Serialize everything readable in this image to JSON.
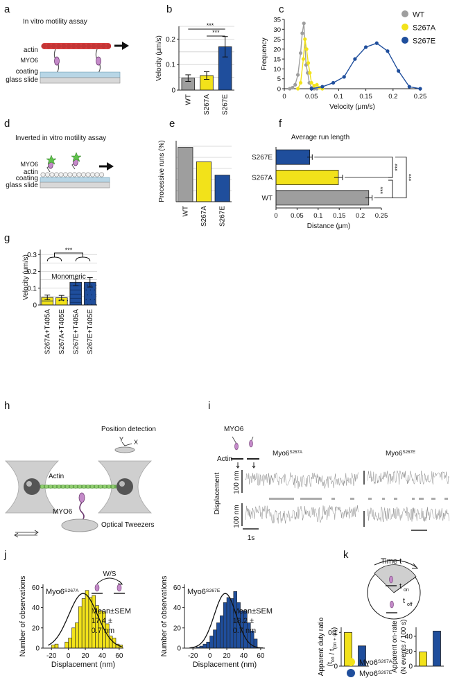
{
  "colors": {
    "wt": "#9e9e9e",
    "s267a": "#f2e21a",
    "s267e": "#1f4e9c",
    "actin": "#d94040",
    "glass": "#b8d6e6",
    "gray": "#cfcfcf"
  },
  "panel_letters": [
    "a",
    "b",
    "c",
    "d",
    "e",
    "f",
    "g",
    "h",
    "i",
    "j",
    "k"
  ],
  "a": {
    "title": "In vitro motility assay",
    "labels": [
      "actin",
      "MYO6",
      "coating",
      "glass slide"
    ]
  },
  "d": {
    "title": "Inverted in vitro motility assay",
    "labels": [
      "MYO6",
      "actin",
      "coating",
      "glass slide"
    ]
  },
  "h": {
    "labels": [
      "Position detection",
      "Y",
      "X",
      "Actin",
      "MYO6",
      "Optical Tweezers"
    ]
  },
  "i": {
    "labels": [
      "MYO6",
      "Actin"
    ],
    "myo_a": "Myo6",
    "myo_a_sup": "S267A",
    "myo_e": "Myo6",
    "myo_e_sup": "S267E",
    "ylabel": "Displacement",
    "scale_top": "100 nm",
    "scale_bottom": "100 nm",
    "time_scale": "1s"
  },
  "k": {
    "time_label": "Time t",
    "t_on": "t",
    "t_on_sub": "on",
    "t_off": "t",
    "t_off_sub": "off",
    "legend": [
      {
        "name": "Myo6",
        "sup": "S267A"
      },
      {
        "name": "Myo6",
        "sup": "S267E"
      }
    ]
  },
  "chart_data": [
    {
      "id": "b",
      "type": "bar",
      "categories": [
        "WT",
        "S267A",
        "S267E"
      ],
      "values": [
        0.047,
        0.057,
        0.17
      ],
      "errors": [
        0.013,
        0.015,
        0.04
      ],
      "ylabel": "Velocity (μm/s)",
      "yticks": [
        0,
        0.1,
        0.2
      ],
      "ylim": [
        0,
        0.25
      ],
      "significance": [
        "***",
        "***"
      ]
    },
    {
      "id": "c",
      "type": "line",
      "xlabel": "Velocity (μm/s)",
      "ylabel": "Frequency",
      "xticks": [
        0,
        0.05,
        0.1,
        0.15,
        0.2,
        0.25
      ],
      "yticks": [
        0,
        5,
        10,
        15,
        20,
        25,
        30,
        35
      ],
      "xlim": [
        0,
        0.25
      ],
      "ylim": [
        0,
        35
      ],
      "series": [
        {
          "name": "WT",
          "x": [
            0.01,
            0.015,
            0.02,
            0.025,
            0.03,
            0.033,
            0.036,
            0.04,
            0.043,
            0.046,
            0.05,
            0.055,
            0.06
          ],
          "y": [
            0,
            0.5,
            2,
            7,
            18,
            28,
            33,
            12,
            8,
            3,
            0.5,
            0,
            0
          ]
        },
        {
          "name": "S267A",
          "x": [
            0.025,
            0.03,
            0.035,
            0.038,
            0.041,
            0.044,
            0.047,
            0.05,
            0.055,
            0.06,
            0.065,
            0.07
          ],
          "y": [
            0,
            3,
            15,
            25,
            20,
            13,
            8,
            3,
            1.5,
            2,
            0.5,
            0
          ]
        },
        {
          "name": "S267E",
          "x": [
            0.05,
            0.07,
            0.09,
            0.11,
            0.13,
            0.15,
            0.17,
            0.19,
            0.21,
            0.23,
            0.25
          ],
          "y": [
            0,
            1,
            3,
            6,
            15,
            21,
            23,
            19,
            9,
            1,
            0
          ]
        }
      ]
    },
    {
      "id": "e",
      "type": "bar",
      "categories": [
        "WT",
        "S267A",
        "S267E"
      ],
      "values": [
        49,
        36,
        24
      ],
      "ylabel": "Processive runs (%)",
      "ylim": [
        0,
        55
      ]
    },
    {
      "id": "f",
      "type": "bar",
      "title": "Average run length",
      "categories": [
        "S267E",
        "S267A",
        "WT"
      ],
      "values": [
        0.08,
        0.148,
        0.22
      ],
      "errors": [
        0.006,
        0.01,
        0.008
      ],
      "xlabel": "Distance (μm)",
      "xticks": [
        0,
        0.05,
        0.1,
        0.15,
        0.2,
        0.25
      ],
      "xlim": [
        0,
        0.25
      ],
      "significance": [
        "***",
        "***",
        "***"
      ]
    },
    {
      "id": "g",
      "type": "bar",
      "categories": [
        "S267A+T405A",
        "S267A+T405E",
        "S267E+T405A",
        "S267E+T405E"
      ],
      "values": [
        0.045,
        0.043,
        0.135,
        0.135
      ],
      "errors": [
        0.014,
        0.014,
        0.02,
        0.028
      ],
      "ylabel": "Velocity (μm/s)",
      "yticks": [
        0,
        0.1,
        0.2,
        0.3
      ],
      "ylim": [
        0,
        0.33
      ],
      "annotation": "Monomeric",
      "significance": "***"
    },
    {
      "id": "j1",
      "type": "bar",
      "title": "Myo6",
      "title_sup": "S267A",
      "xlabel": "Displacement (nm)",
      "ylabel": "Number of observations",
      "bin_start": -20,
      "bin_width": 4,
      "values": [
        3,
        4,
        0,
        0,
        6,
        10,
        20,
        25,
        41,
        49,
        57,
        50,
        52,
        42,
        37,
        36,
        24,
        12,
        10,
        4,
        3
      ],
      "xticks": [
        -20,
        0,
        20,
        40,
        60
      ],
      "yticks": [
        0,
        20,
        40,
        60
      ],
      "xlim": [
        -30,
        65
      ],
      "ylim": [
        0,
        63
      ],
      "fit_mean": 17.4,
      "fit_sd": 17,
      "fit_peak": 54,
      "annotation": [
        "Mean±SEM",
        "17.4 ±",
        "0.7 nm"
      ],
      "inset": "W/S"
    },
    {
      "id": "j2",
      "type": "bar",
      "title": "Myo6",
      "title_sup": "S267E",
      "xlabel": "Displacement (nm)",
      "ylabel": "Number of observations",
      "bin_start": -16,
      "bin_width": 4,
      "values": [
        1,
        2,
        4,
        6,
        12,
        18,
        25,
        32,
        45,
        50,
        49,
        56,
        45,
        37,
        37,
        25,
        17,
        9
      ],
      "xticks": [
        -20,
        0,
        20,
        40,
        60
      ],
      "yticks": [
        0,
        20,
        40,
        60
      ],
      "xlim": [
        -30,
        65
      ],
      "ylim": [
        0,
        63
      ],
      "fit_mean": 18.2,
      "fit_sd": 13,
      "fit_peak": 54,
      "annotation": [
        "Mean±SEM",
        "18.2 ±",
        "0.7 nm"
      ]
    },
    {
      "id": "k1",
      "type": "bar",
      "categories": [
        "S267A",
        "S267E"
      ],
      "values": [
        0.1,
        0.06
      ],
      "ylabel": "Apparent duty ratio",
      "ylabel2": "(t",
      "ylabel2_on": "on",
      "ylabel2_mid": " / t",
      "ylabel2_tail": "(on + off)",
      "ylabel2_end": ")",
      "yticks": [
        0,
        0.1
      ],
      "ylim": [
        0,
        0.115
      ]
    },
    {
      "id": "k2",
      "type": "bar",
      "categories": [
        "S267A",
        "S267E"
      ],
      "values": [
        19,
        47
      ],
      "ylabel": "Apparent on-rate",
      "ylabel2": "(N events / 100 s)",
      "yticks": [
        0,
        20,
        40
      ],
      "ylim": [
        0,
        52
      ]
    }
  ]
}
